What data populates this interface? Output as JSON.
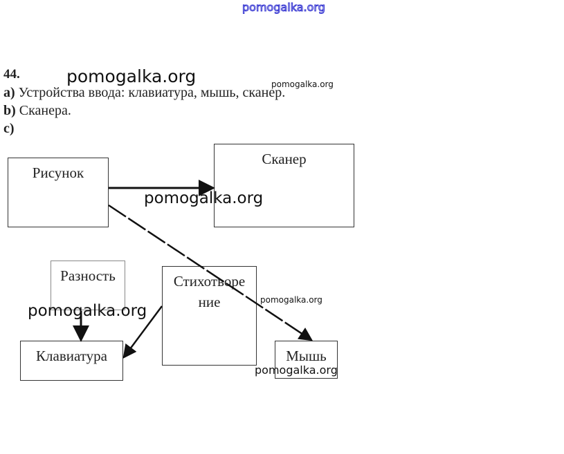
{
  "watermark": "pomogalka.org",
  "task": {
    "number": "44.",
    "a_label": "a)",
    "a_text": "Устройства ввода: клавиатура, мышь, сканер.",
    "b_label": "b)",
    "b_text": "Сканера.",
    "c_label": "c)"
  },
  "diagram": {
    "nodes": {
      "picture": "Рисунок",
      "scanner": "Сканер",
      "difference": "Разность",
      "poem_1": "Стихотворе",
      "poem_2": "ние",
      "keyboard": "Клавиатура",
      "mouse": "Мышь"
    }
  }
}
